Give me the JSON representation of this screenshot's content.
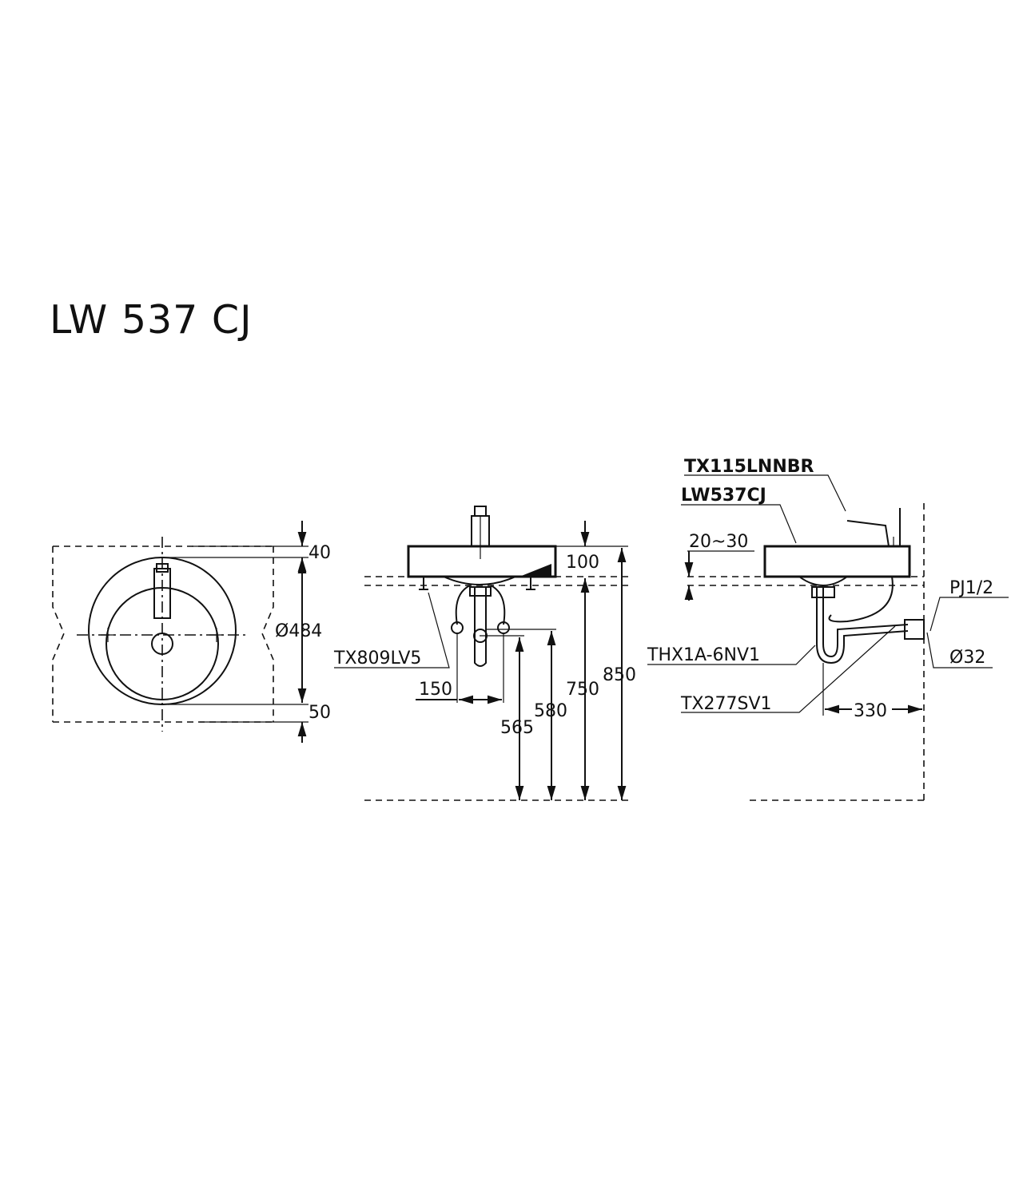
{
  "title": "LW 537 CJ",
  "top_view": {
    "dim_top": "40",
    "dim_diameter": "Ø484",
    "dim_bottom": "50"
  },
  "front_view": {
    "dim_100": "100",
    "label_tx809": "TX809LV5",
    "dim_150": "150",
    "dim_565": "565",
    "dim_580": "580",
    "dim_750": "750",
    "dim_850": "850"
  },
  "side_view": {
    "label_faucet": "TX115LNNBR",
    "label_basin": "LW537CJ",
    "dim_20_30": "20~30",
    "label_pj": "PJ1/2",
    "label_trap": "THX1A-6NV1",
    "label_drain_dia": "Ø32",
    "label_valve": "TX277SV1",
    "dim_330": "330"
  }
}
